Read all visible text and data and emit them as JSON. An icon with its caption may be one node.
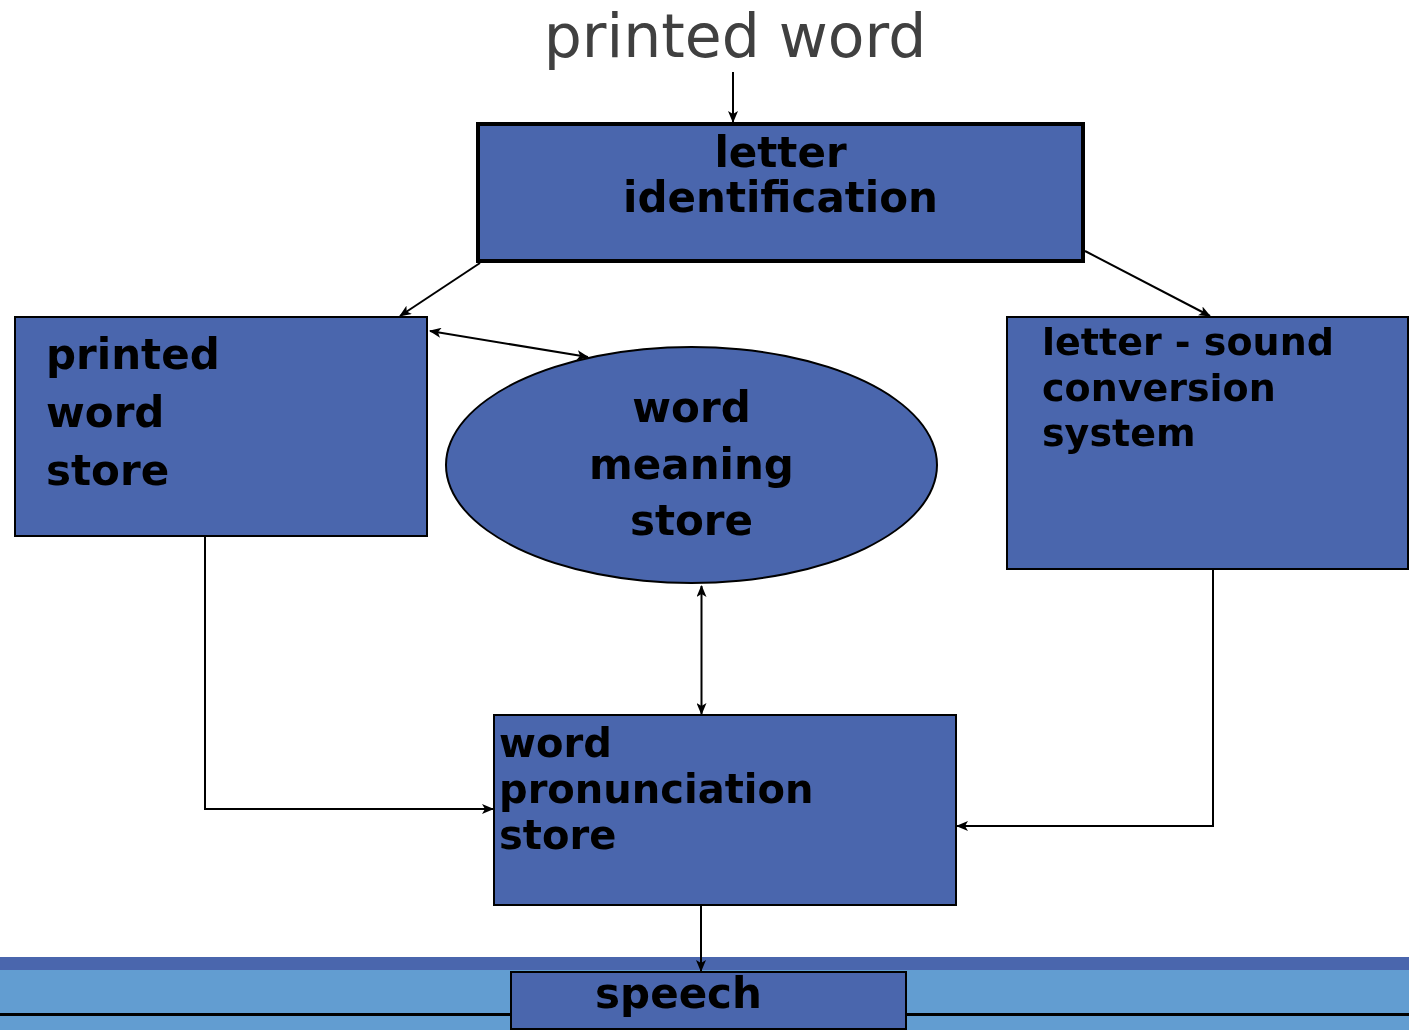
{
  "diagram": {
    "nodes": [
      {
        "text": [
          "printed word"
        ]
      },
      {
        "text": [
          "letter identification"
        ]
      },
      {
        "text": [
          "printed word store"
        ]
      },
      {
        "text": [
          "word meaning store"
        ]
      },
      {
        "text": [
          "letter - sound conversion system"
        ]
      },
      {
        "text": [
          "word pronunciation store"
        ]
      },
      {
        "text": [
          "speech"
        ]
      }
    ],
    "edges": [
      {
        "from": 0,
        "to": 1,
        "arrow": "to"
      },
      {
        "from": 1,
        "to": 2,
        "arrow": "to"
      },
      {
        "from": 1,
        "to": 4,
        "arrow": "to"
      },
      {
        "from": 2,
        "to": 3,
        "arrow": "both"
      },
      {
        "from": 3,
        "to": 5,
        "arrow": "both"
      },
      {
        "from": 2,
        "to": 5,
        "arrow": "to"
      },
      {
        "from": 4,
        "to": 5,
        "arrow": "to"
      },
      {
        "from": 5,
        "to": 6,
        "arrow": "to"
      }
    ]
  }
}
